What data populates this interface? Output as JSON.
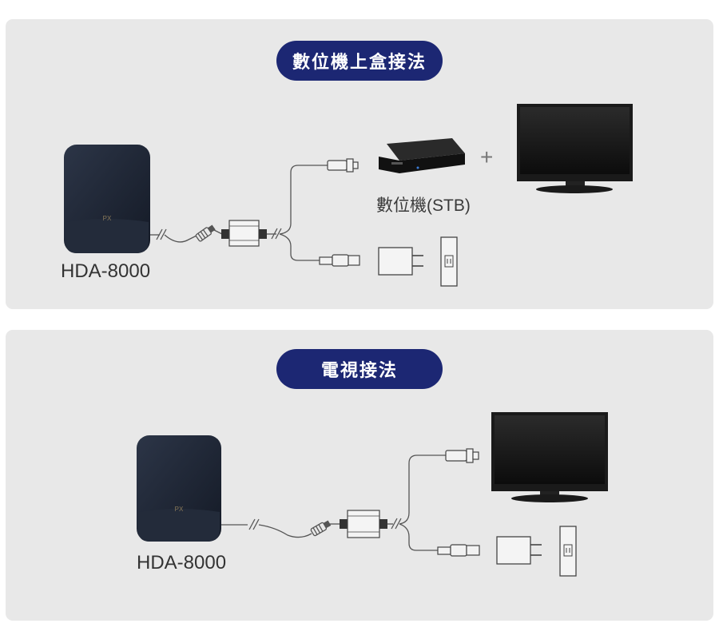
{
  "section1": {
    "title": "數位機上盒接法",
    "antenna_label": "HDA-8000",
    "stb_label": "數位機(STB)",
    "plus": "+"
  },
  "section2": {
    "title": "電視接法",
    "antenna_label": "HDA-8000"
  },
  "antenna_logo": "PX",
  "colors": {
    "pill": "#1c2773",
    "panel": "#e8e8e8",
    "antenna": "#1b2230"
  }
}
